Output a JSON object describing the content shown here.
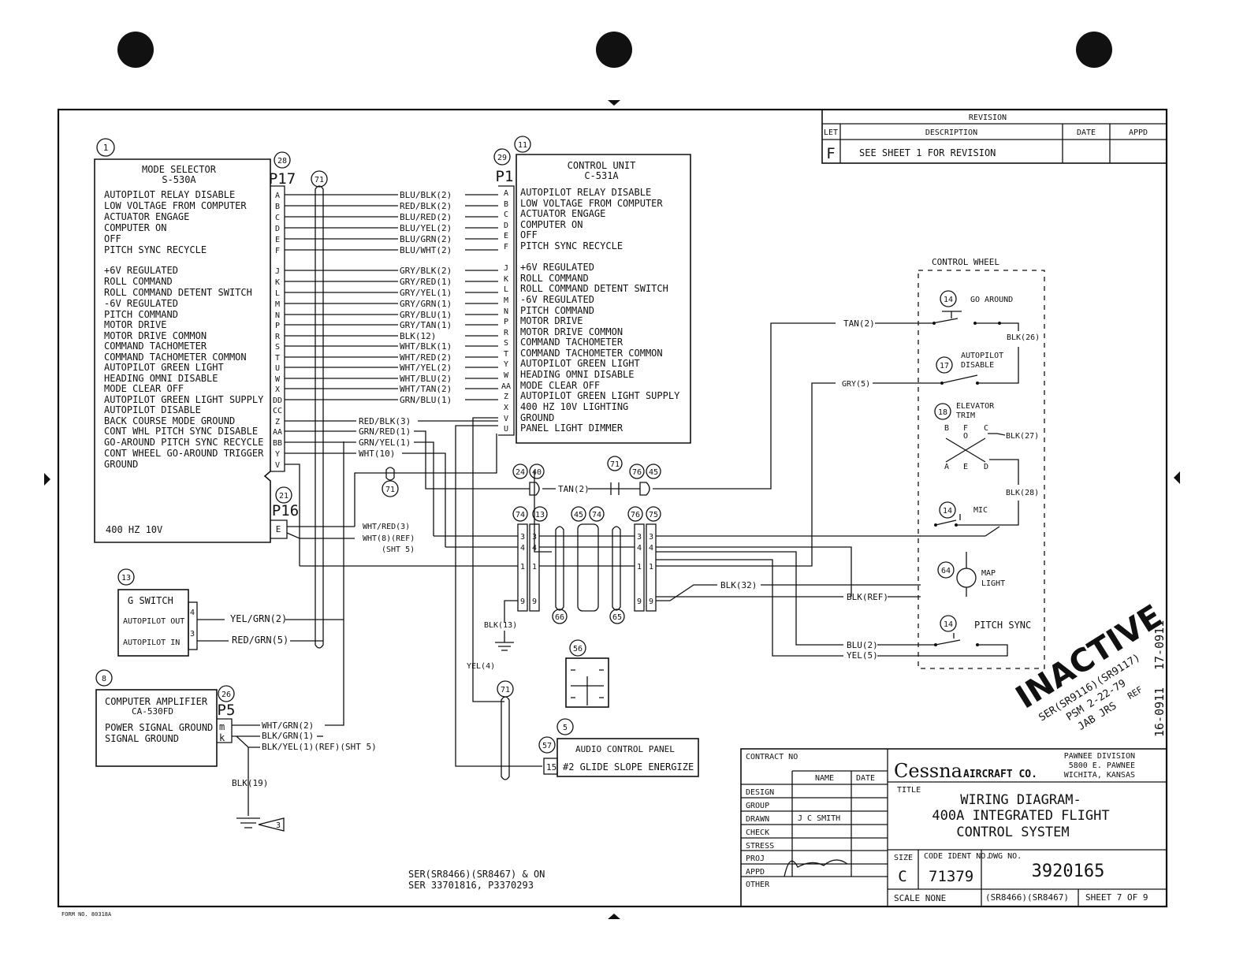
{
  "revision": {
    "header": "REVISION",
    "col_let": "LET",
    "col_desc": "DESCRIPTION",
    "col_date": "DATE",
    "col_appd": "APPD",
    "row_let": "F",
    "row_desc": "SEE   SHEET 1 FOR REVISION"
  },
  "mode_selector": {
    "ref": "1",
    "connector_ref": "28",
    "connector": "P17",
    "title": "MODE SELECTOR",
    "part": "S-530A",
    "footer": "400 HZ 10V",
    "pins": [
      {
        "pin": "A",
        "label": "AUTOPILOT RELAY DISABLE"
      },
      {
        "pin": "B",
        "label": "LOW VOLTAGE FROM COMPUTER"
      },
      {
        "pin": "C",
        "label": "ACTUATOR ENGAGE"
      },
      {
        "pin": "D",
        "label": "COMPUTER ON"
      },
      {
        "pin": "E",
        "label": "OFF"
      },
      {
        "pin": "F",
        "label": "PITCH SYNC RECYCLE"
      },
      {
        "pin": "J",
        "label": "+6V REGULATED"
      },
      {
        "pin": "K",
        "label": "ROLL COMMAND"
      },
      {
        "pin": "L",
        "label": "ROLL COMMAND DETENT SWITCH"
      },
      {
        "pin": "M",
        "label": "-6V REGULATED"
      },
      {
        "pin": "N",
        "label": "PITCH COMMAND"
      },
      {
        "pin": "P",
        "label": "MOTOR DRIVE"
      },
      {
        "pin": "R",
        "label": "MOTOR DRIVE COMMON"
      },
      {
        "pin": "S",
        "label": "COMMAND TACHOMETER"
      },
      {
        "pin": "T",
        "label": "COMMAND TACHOMETER COMMON"
      },
      {
        "pin": "U",
        "label": "AUTOPILOT GREEN LIGHT"
      },
      {
        "pin": "W",
        "label": "HEADING OMNI DISABLE"
      },
      {
        "pin": "X",
        "label": "MODE CLEAR OFF"
      },
      {
        "pin": "DD",
        "label": "AUTOPILOT GREEN LIGHT SUPPLY"
      },
      {
        "pin": "CC",
        "label": "AUTOPILOT DISABLE"
      },
      {
        "pin": "Z",
        "label": "BACK COURSE MODE GROUND"
      },
      {
        "pin": "AA",
        "label": "CONT WHL PITCH SYNC DISABLE"
      },
      {
        "pin": "BB",
        "label": "GO-AROUND PITCH SYNC RECYCLE"
      },
      {
        "pin": "Y",
        "label": "CONT WHEEL GO-AROUND TRIGGER"
      },
      {
        "pin": "V",
        "label": "GROUND"
      }
    ]
  },
  "wires_p17_p1": [
    "BLU/BLK(2)",
    "RED/BLK(2)",
    "BLU/RED(2)",
    "BLU/YEL(2)",
    "BLU/GRN(2)",
    "BLU/WHT(2)",
    "GRY/BLK(2)",
    "GRY/RED(1)",
    "GRY/YEL(1)",
    "GRY/GRN(1)",
    "GRY/BLU(1)",
    "GRY/TAN(1)",
    "BLK(12)",
    "WHT/BLK(1)",
    "WHT/RED(2)",
    "WHT/YEL(2)",
    "WHT/BLU(2)",
    "WHT/TAN(2)",
    "GRN/BLU(1)"
  ],
  "wires_p17_other": [
    "RED/BLK(3)",
    "GRN/RED(1)",
    "GRN/YEL(1)",
    "WHT(10)"
  ],
  "control_unit": {
    "ref": "11",
    "connector_ref": "29",
    "connector": "P1",
    "title": "CONTROL UNIT",
    "part": "C-531A",
    "pins": [
      {
        "pin": "A",
        "label": "AUTOPILOT RELAY DISABLE"
      },
      {
        "pin": "B",
        "label": "LOW VOLTAGE FROM COMPUTER"
      },
      {
        "pin": "C",
        "label": "ACTUATOR ENGAGE"
      },
      {
        "pin": "D",
        "label": "COMPUTER ON"
      },
      {
        "pin": "E",
        "label": "OFF"
      },
      {
        "pin": "F",
        "label": "PITCH SYNC RECYCLE"
      },
      {
        "pin": "J",
        "label": "+6V REGULATED"
      },
      {
        "pin": "K",
        "label": "ROLL COMMAND"
      },
      {
        "pin": "L",
        "label": "ROLL COMMAND DETENT SWITCH"
      },
      {
        "pin": "M",
        "label": "-6V REGULATED"
      },
      {
        "pin": "N",
        "label": "PITCH COMMAND"
      },
      {
        "pin": "P",
        "label": "MOTOR DRIVE"
      },
      {
        "pin": "R",
        "label": "MOTOR DRIVE COMMON"
      },
      {
        "pin": "S",
        "label": "COMMAND TACHOMETER"
      },
      {
        "pin": "T",
        "label": "COMMAND TACHOMETER COMMON"
      },
      {
        "pin": "Y",
        "label": "AUTOPILOT GREEN LIGHT"
      },
      {
        "pin": "W",
        "label": "HEADING OMNI DISABLE"
      },
      {
        "pin": "AA",
        "label": "MODE CLEAR OFF"
      },
      {
        "pin": "Z",
        "label": "AUTOPILOT GREEN LIGHT SUPPLY"
      },
      {
        "pin": "X",
        "label": "400 HZ 10V LIGHTING"
      },
      {
        "pin": "V",
        "label": "GROUND"
      },
      {
        "pin": "U",
        "label": "PANEL LIGHT DIMMER"
      }
    ]
  },
  "p16": {
    "ref": "21",
    "connector": "P16",
    "pin": "E",
    "wire1": "WHT/RED(3)",
    "wire2": "WHT(8)(REF)",
    "note": "(SHT 5)"
  },
  "g_switch": {
    "ref": "13",
    "title": "G SWITCH",
    "out_label": "AUTOPILOT OUT",
    "in_label": "AUTOPILOT IN",
    "pin_out": "4",
    "pin_in": "3",
    "wire_out": "YEL/GRN(2)",
    "wire_in": "RED/GRN(5)"
  },
  "computer_amp": {
    "ref": "8",
    "connector_ref": "26",
    "connector": "P5",
    "title": "COMPUTER AMPLIFIER",
    "part": "CA-530FD",
    "row1": "POWER SIGNAL GROUND",
    "row2": "SIGNAL GROUND",
    "pin1": "m",
    "pin2": "k",
    "wire1": "WHT/GRN(2)",
    "wire2": "BLK/GRN(1)",
    "wire3": "BLK/YEL(1)(REF)(SHT 5)",
    "ground_wire": "BLK(19)",
    "ground_note": "3"
  },
  "audio_panel": {
    "ref1": "57",
    "ref2": "5",
    "title": "AUDIO CONTROL PANEL",
    "pin": "15",
    "label": "#2 GLIDE SLOPE ENERGIZE"
  },
  "control_wheel": {
    "title": "CONTROL WHEEL",
    "go_around_ref": "14",
    "go_around": "GO AROUND",
    "ap_disable_ref": "17",
    "ap_disable_1": "AUTOPILOT",
    "ap_disable_2": "DISABLE",
    "trim_ref": "18",
    "trim_1": "ELEVATOR",
    "trim_2": "TRIM",
    "trim_top": [
      "B",
      "F",
      "C"
    ],
    "trim_top2": "O",
    "trim_bottom": [
      "A",
      "E",
      "D"
    ],
    "mic_ref": "14",
    "mic": "MIC",
    "map_ref": "64",
    "map_1": "MAP",
    "map_2": "LIGHT",
    "pitch_ref": "14",
    "pitch": "PITCH SYNC",
    "wires": {
      "tan": "TAN(2)",
      "gry": "GRY(5)",
      "blk26": "BLK(26)",
      "blk27": "BLK(27)",
      "blk28": "BLK(28)",
      "blk32": "BLK(32)",
      "blkref": "BLK(REF)",
      "blu": "BLU(2)",
      "yel": "YEL(5)",
      "tan_conn": "TAN(2)"
    }
  },
  "misc_refs": {
    "r71a": "71",
    "r71b": "71",
    "r71c": "71",
    "r71d": "71",
    "c24": "24",
    "c40": "40",
    "c71": "71",
    "c76": "76",
    "c45": "45",
    "c74": "74",
    "c13": "13",
    "c45b": "45",
    "c74b": "74",
    "c76b": "76",
    "c75": "75",
    "c66": "66",
    "c65": "65",
    "c56": "56",
    "blk13": "BLK(13)",
    "yel4": "YEL(4)",
    "pins_left": [
      "3",
      "4",
      "1",
      "9"
    ],
    "pins_right": [
      "3",
      "4",
      "1",
      "9"
    ]
  },
  "stamp": {
    "big": "INACTIVE",
    "line1": "SER(SR9116)(SR9117)",
    "line2": "PSM 2-22-79",
    "line3": "JAB  JRS",
    "line4": "REF",
    "side1": "17-0911",
    "side2": "16-0911"
  },
  "serial_note": {
    "line1": "SER(SR8466)(SR8467) & ON",
    "line2": "SER 33701816, P3370293"
  },
  "title_block": {
    "contract": "CONTRACT NO",
    "name_hdr": "NAME",
    "date_hdr": "DATE",
    "rows": [
      "DESIGN",
      "GROUP",
      "DRAWN",
      "CHECK",
      "STRESS",
      "PROJ",
      "APPD",
      "OTHER"
    ],
    "drawn_name": "J C SMITH",
    "company": "Cessna",
    "company2": "AIRCRAFT CO.",
    "division_1": "PAWNEE DIVISION",
    "division_2": "5800 E. PAWNEE",
    "division_3": "WICHITA, KANSAS",
    "title_lbl": "TITLE",
    "title_1": "WIRING DIAGRAM-",
    "title_2": "400A INTEGRATED FLIGHT",
    "title_3": "CONTROL SYSTEM",
    "size_lbl": "SIZE",
    "size": "C",
    "code_lbl": "CODE IDENT NO.",
    "code": "71379",
    "dwg_lbl": "DWG NO.",
    "dwg": "3920165",
    "scale": "SCALE  NONE",
    "serials": "(SR8466)(SR8467)",
    "sheet": "SHEET 7 OF 9"
  },
  "form_no": "FORM NO. 80318A"
}
